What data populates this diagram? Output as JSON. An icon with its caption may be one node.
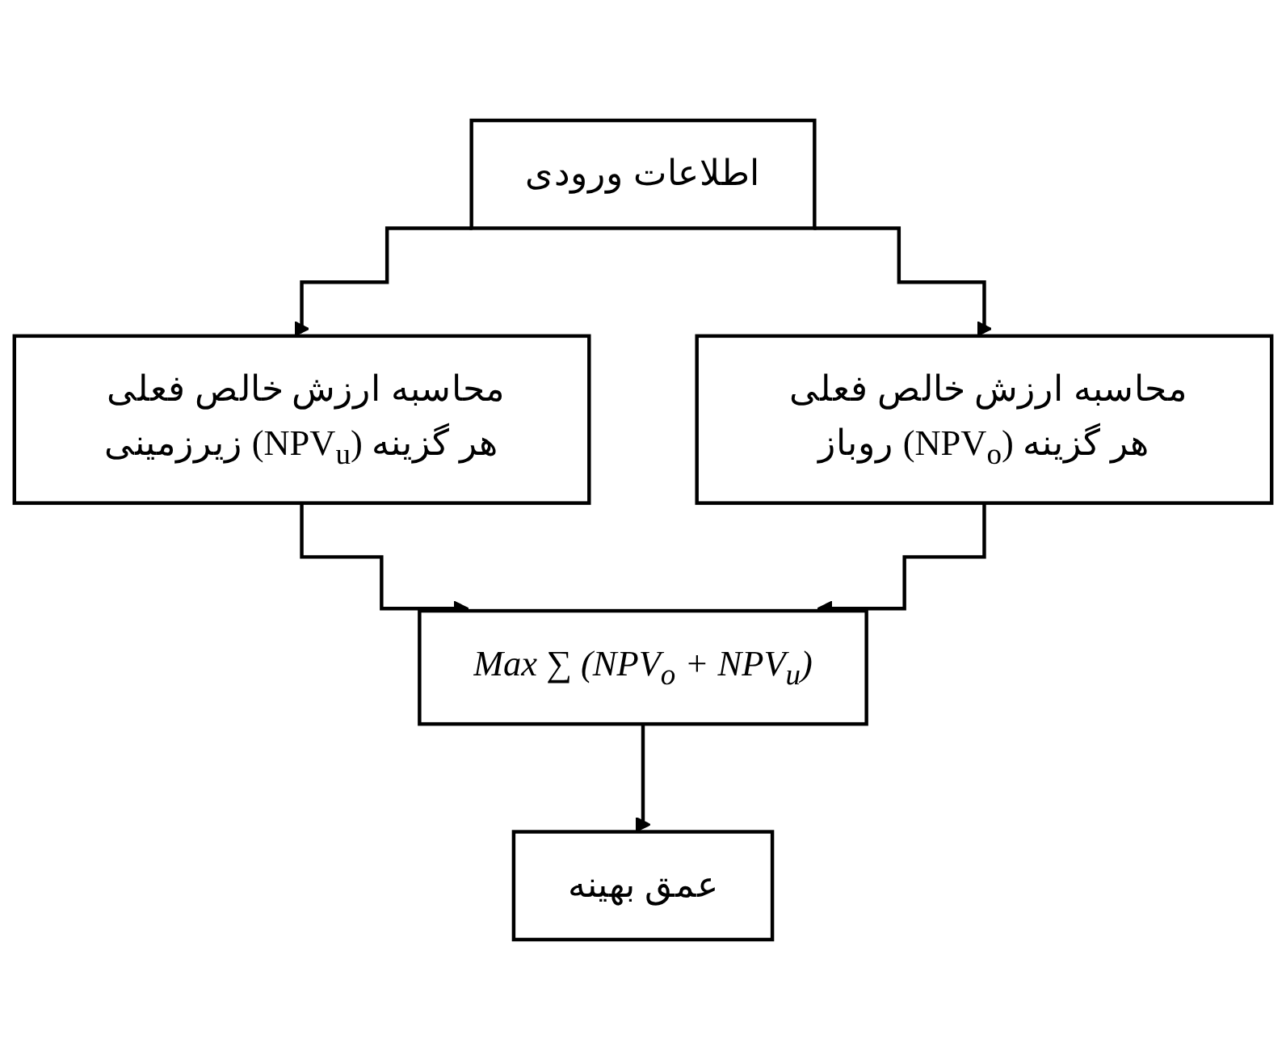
{
  "diagram": {
    "nodes": [
      {
        "text": [
          "اطلاعات ورودی"
        ]
      },
      {
        "text": [
          "محاسبه ارزش خالص فعلی روباز (NPV$_{o}$) هر گزینه"
        ]
      },
      {
        "text": [
          "محاسبه ارزش خالص فعلی زیرزمینی (NPV$_{u}$) هر گزینه"
        ]
      },
      {
        "text": [
          "Max ∑ (NPV$_{o}$ + NPV$_{u}$)"
        ]
      },
      {
        "text": [
          "عمق بهینه"
        ]
      }
    ],
    "edges": [
      {
        "from": 0,
        "to": 2,
        "arrow": "to"
      },
      {
        "from": 0,
        "to": 1,
        "arrow": "to"
      },
      {
        "from": 2,
        "to": 3,
        "arrow": "to"
      },
      {
        "from": 1,
        "to": 3,
        "arrow": "to"
      },
      {
        "from": 3,
        "to": 4,
        "arrow": "to"
      }
    ]
  }
}
